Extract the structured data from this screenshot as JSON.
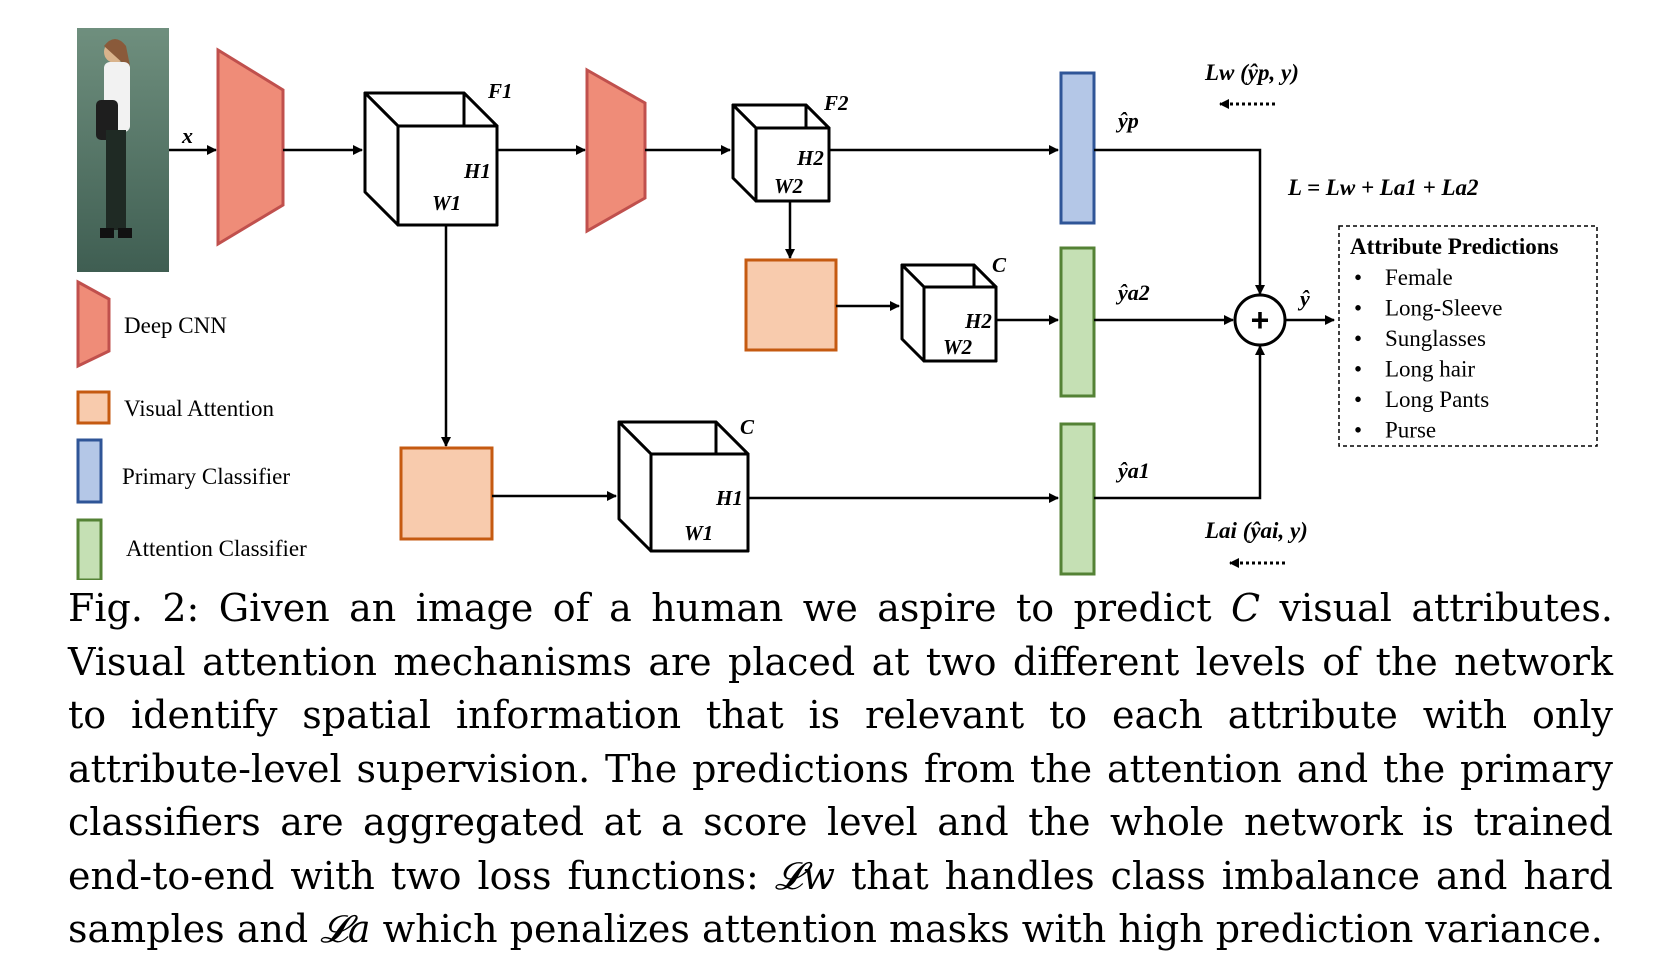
{
  "diagram": {
    "input_label": "x",
    "feature_map_1": {
      "name": "F1",
      "h": "H1",
      "w": "W1"
    },
    "feature_map_2": {
      "name": "F2",
      "h": "H2",
      "w": "W2"
    },
    "attention_map_2": {
      "c": "C",
      "h": "H2",
      "w": "W2"
    },
    "attention_map_1": {
      "c": "C",
      "h": "H1",
      "w": "W1"
    },
    "y_primary": "ŷp",
    "y_a2": "ŷa2",
    "y_a1": "ŷa1",
    "y_hat": "ŷ",
    "plus": "+",
    "loss_w": "Lw (ŷp, y)",
    "loss_a": "Lai (ŷai, y)",
    "loss_total": "L = Lw + La1 + La2",
    "attribute_predictions": {
      "title": "Attribute Predictions",
      "items": [
        "Female",
        "Long-Sleeve",
        "Sunglasses",
        "Long hair",
        "Long Pants",
        "Purse"
      ]
    },
    "legend": [
      {
        "label": "Deep CNN",
        "color": "#ef8c78"
      },
      {
        "label": "Visual Attention",
        "color": "#f8cbad"
      },
      {
        "label": "Primary Classifier",
        "color": "#b4c7e7"
      },
      {
        "label": "Attention Classifier",
        "color": "#c5e0b4"
      }
    ],
    "colors": {
      "cnn_fill": "#ef8c78",
      "cnn_stroke": "#c0504d",
      "attention_fill": "#f8cbad",
      "attention_stroke": "#c55a11",
      "primary_fill": "#b4c7e7",
      "primary_stroke": "#2f5597",
      "att_cls_fill": "#c5e0b4",
      "att_cls_stroke": "#548235"
    }
  },
  "caption": {
    "prefix": "Fig. 2: Given an image of a human we aspire to predict ",
    "c_symbol": "C",
    "part1": " visual attributes. Visual attention mechanisms are placed at two different levels of the network to identify spatial information that is relevant to each attribute with only attribute-level supervision. The predictions from the attention and the primary classifiers are aggregated at a score level and the whole network is trained end-to-end with two loss functions: ",
    "lw_symbol": "𝓛w",
    "part2": " that handles class imbalance and hard samples and ",
    "la_symbol": "𝓛a",
    "part3": " which penalizes attention masks with high prediction variance."
  }
}
